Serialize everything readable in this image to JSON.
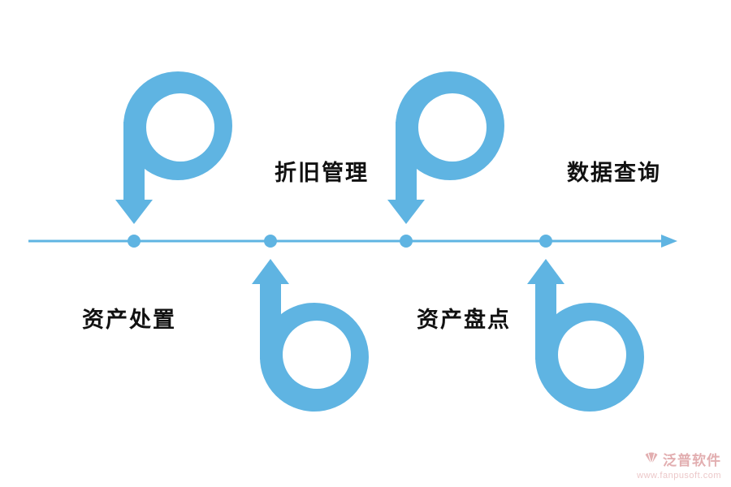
{
  "colors": {
    "accent": "#5FB4E2",
    "label_text": "#111111",
    "logo": "#E2AEB0"
  },
  "timeline": {
    "node_count": 4
  },
  "nodes": [
    {
      "id": 1,
      "label": "资产处置",
      "label_side": "below",
      "loop_side": "above"
    },
    {
      "id": 2,
      "label": "折旧管理",
      "label_side": "above",
      "loop_side": "below"
    },
    {
      "id": 3,
      "label": "资产盘点",
      "label_side": "below",
      "loop_side": "above"
    },
    {
      "id": 4,
      "label": "数据查询",
      "label_side": "above",
      "loop_side": "below"
    }
  ],
  "logo": {
    "name": "泛普软件",
    "url": "www.fanpusoft.com"
  }
}
